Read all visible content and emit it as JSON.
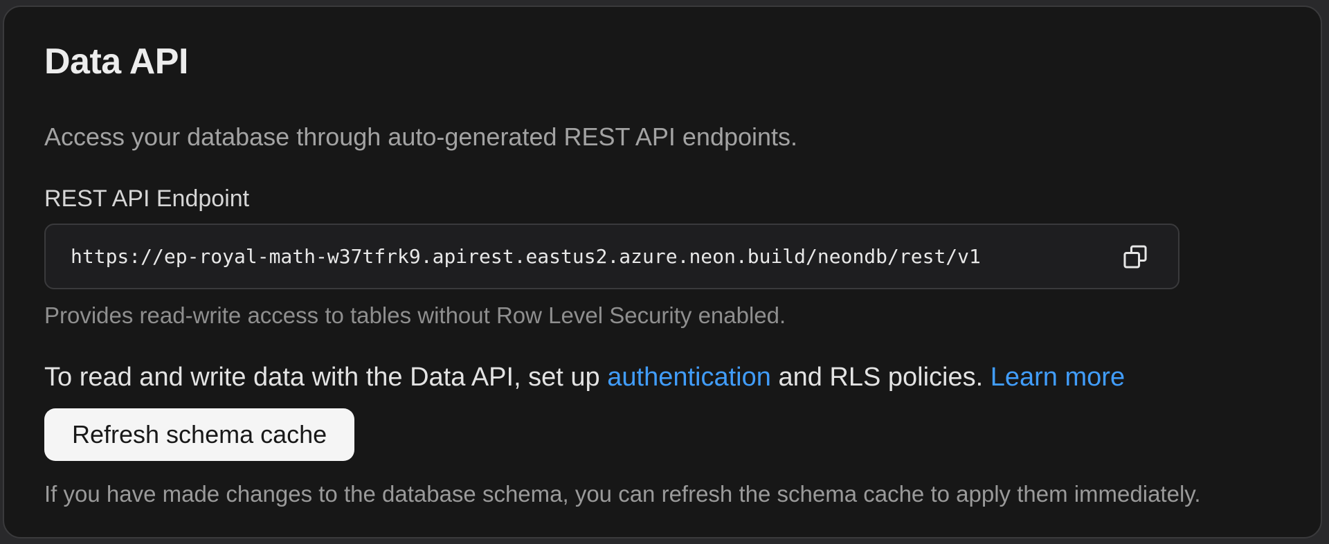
{
  "section": {
    "title": "Data API",
    "description": "Access your database through auto-generated REST API endpoints."
  },
  "endpoint": {
    "label": "REST API Endpoint",
    "url": "https://ep-royal-math-w37tfrk9.apirest.eastus2.azure.neon.build/neondb/rest/v1",
    "copy_icon": "copy-icon",
    "help_text": "Provides read-write access to tables without Row Level Security enabled."
  },
  "rls_note": {
    "part1": "To read and write data with the Data API, set up ",
    "link_authentication": "authentication",
    "part2": " and RLS policies. ",
    "link_learn_more": "Learn more"
  },
  "schema_cache": {
    "button_label": "Refresh schema cache",
    "note": "If you have made changes to the database schema, you can refresh the schema cache to apply them immediately."
  },
  "colors": {
    "panel_background": "#171717",
    "link_blue": "#419dfb",
    "button_background": "#f5f5f5"
  }
}
